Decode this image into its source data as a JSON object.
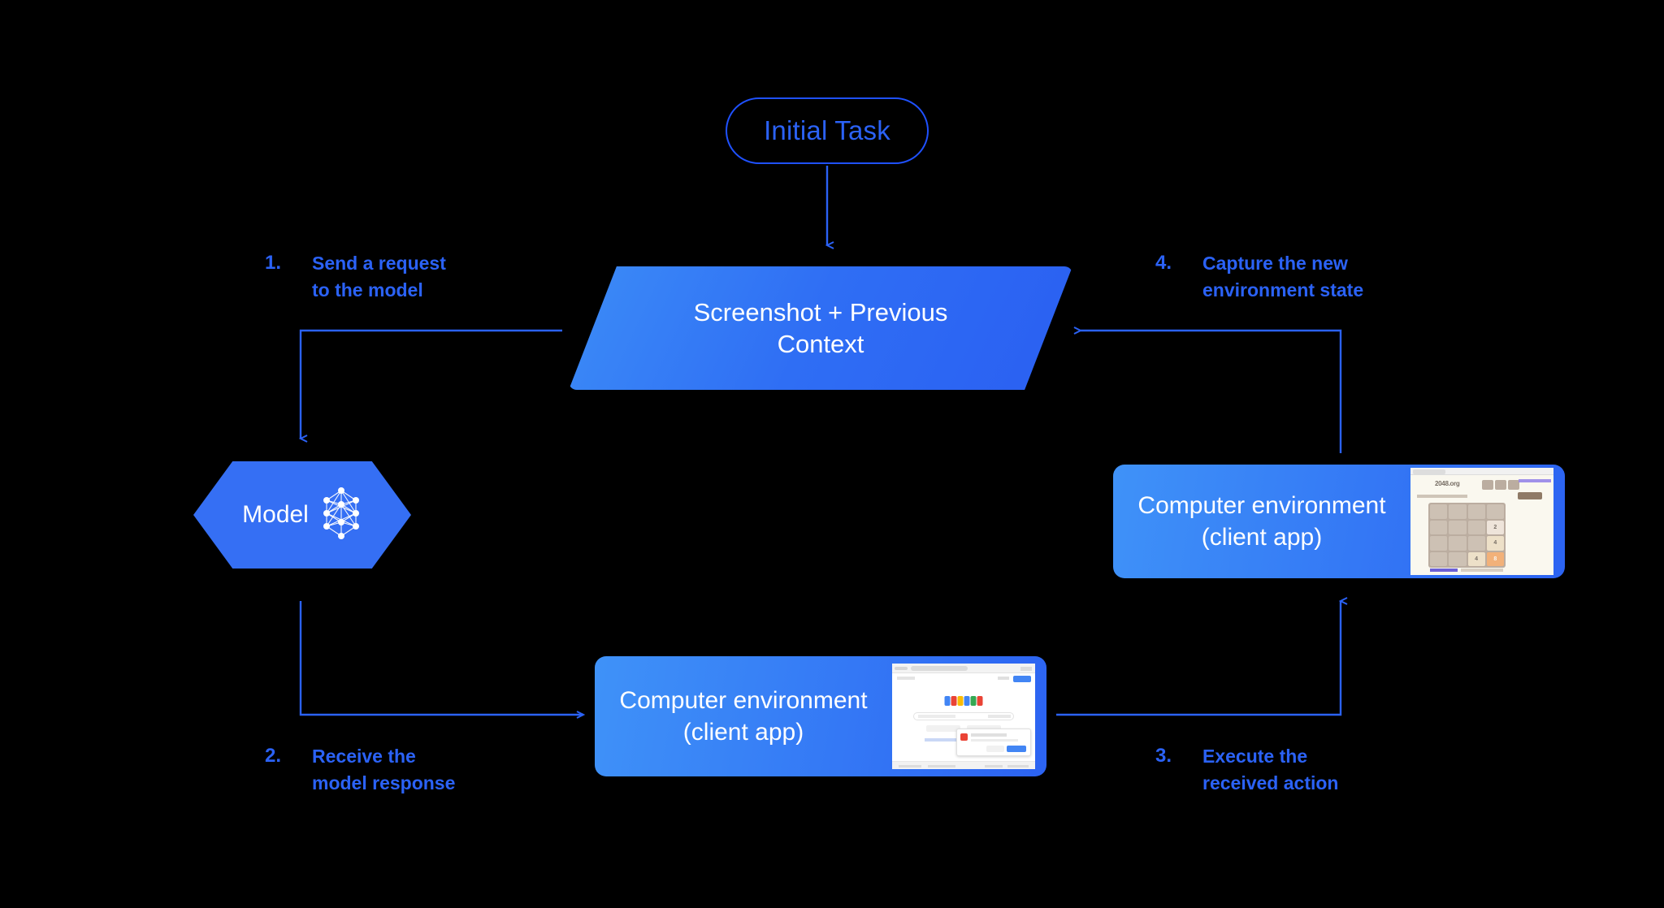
{
  "diagram": {
    "title": "Agent computer-use loop",
    "background_color": "#000000",
    "accent_color": "#2b62f6",
    "node_gradient_from": "#3f92f8",
    "node_gradient_to": "#2a5ff2"
  },
  "nodes": {
    "initial_task": {
      "label": "Initial Task",
      "shape": "pill",
      "text_color": "#2b62f6",
      "border_color": "#1f51ff"
    },
    "context": {
      "line1": "Screenshot + Previous",
      "line2": "Context",
      "shape": "parallelogram",
      "text_color": "#ffffff"
    },
    "model": {
      "label": "Model",
      "shape": "hexagon",
      "icon": "neural-network-icon",
      "text_color": "#ffffff"
    },
    "env_right": {
      "line1": "Computer environment",
      "line2": "(client app)",
      "shape": "rounded-card",
      "thumbnail": "2048-game-screenshot"
    },
    "env_bottom": {
      "line1": "Computer environment",
      "line2": "(client app)",
      "shape": "rounded-card",
      "thumbnail": "google-search-screenshot"
    }
  },
  "steps": [
    {
      "number": "1.",
      "text": "Send a request\nto the model"
    },
    {
      "number": "2.",
      "text": "Receive the\nmodel response"
    },
    {
      "number": "3.",
      "text": "Execute the\nreceived action"
    },
    {
      "number": "4.",
      "text": "Capture the new\nenvironment state"
    }
  ],
  "thumbnail_2048": {
    "site_title": "2048.org",
    "grid": [
      [
        "",
        "",
        "",
        ""
      ],
      [
        "",
        "",
        "",
        "2"
      ],
      [
        "",
        "",
        "",
        "4"
      ],
      [
        "",
        "",
        "4",
        "8"
      ]
    ],
    "tile_colors": {
      "2": "#eee4da",
      "4": "#ede0c8",
      "8": "#f2b179",
      "empty": "#cdc1b4",
      "board": "#bbada0"
    }
  },
  "thumbnail_google": {
    "logo_colors": [
      "#4285f4",
      "#ea4335",
      "#fbbc05",
      "#4285f4",
      "#34a853",
      "#ea4335"
    ]
  }
}
